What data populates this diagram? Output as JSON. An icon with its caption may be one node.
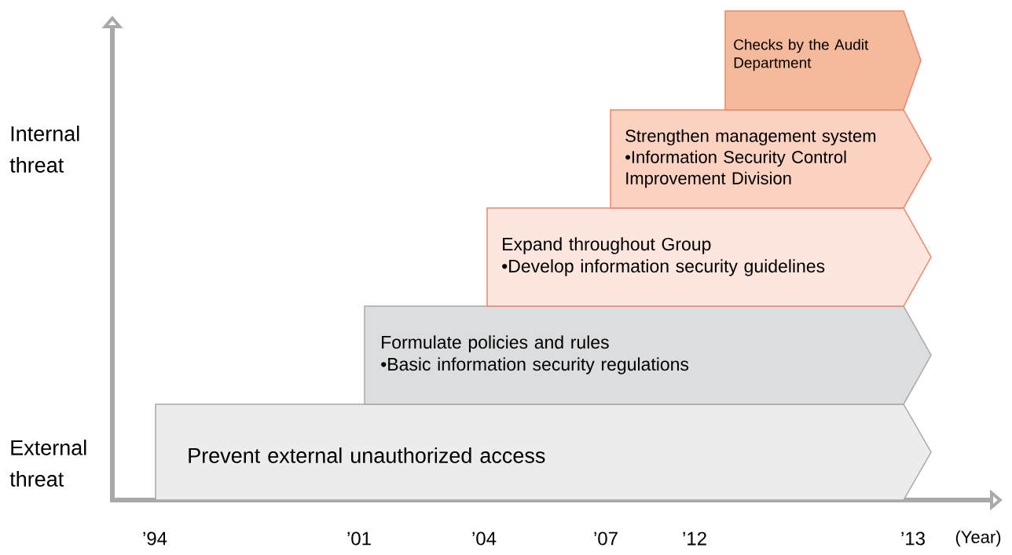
{
  "diagram": {
    "nodes": [
      {
        "text": [
          "Prevent external unauthorized access"
        ]
      },
      {
        "text": [
          "Formulate policies and rules",
          "•Basic information security regulations"
        ]
      },
      {
        "text": [
          "Expand throughout Group",
          "•Develop information security guidelines"
        ]
      },
      {
        "text": [
          "Strengthen management system",
          "•Information Security Control Improvement Division"
        ]
      },
      {
        "text": [
          "Checks by the Audit Department"
        ]
      }
    ],
    "edges": [],
    "labels": [
      "Internal threat",
      "External threat",
      "’94",
      "’01",
      "’04",
      "’07",
      "’12",
      "’13",
      "(Year)"
    ]
  }
}
